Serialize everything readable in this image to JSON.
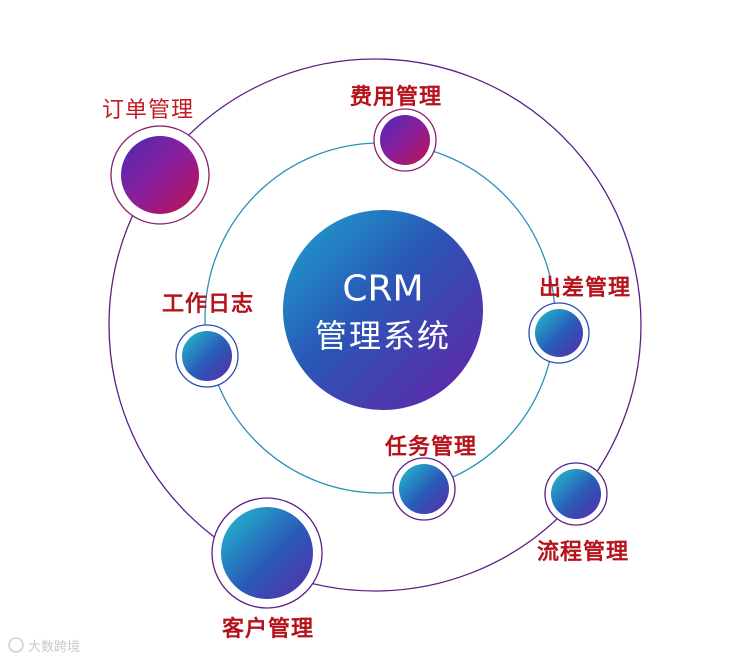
{
  "center": {
    "title": "CRM",
    "subtitle": "管理系统"
  },
  "nodes": {
    "order": "订单管理",
    "expense": "费用管理",
    "travel": "出差管理",
    "worklog": "工作日志",
    "task": "任务管理",
    "workflow": "流程管理",
    "customer": "客户管理"
  },
  "watermark": "大数跨境",
  "colors": {
    "label": "#b5121b",
    "outer_orbit": "#5b1f86",
    "inner_orbit": "#2a93b8",
    "teal": "#1fb5c9",
    "blue": "#2a4fb3",
    "purple": "#7b1fa2",
    "crimson": "#b3124f"
  }
}
